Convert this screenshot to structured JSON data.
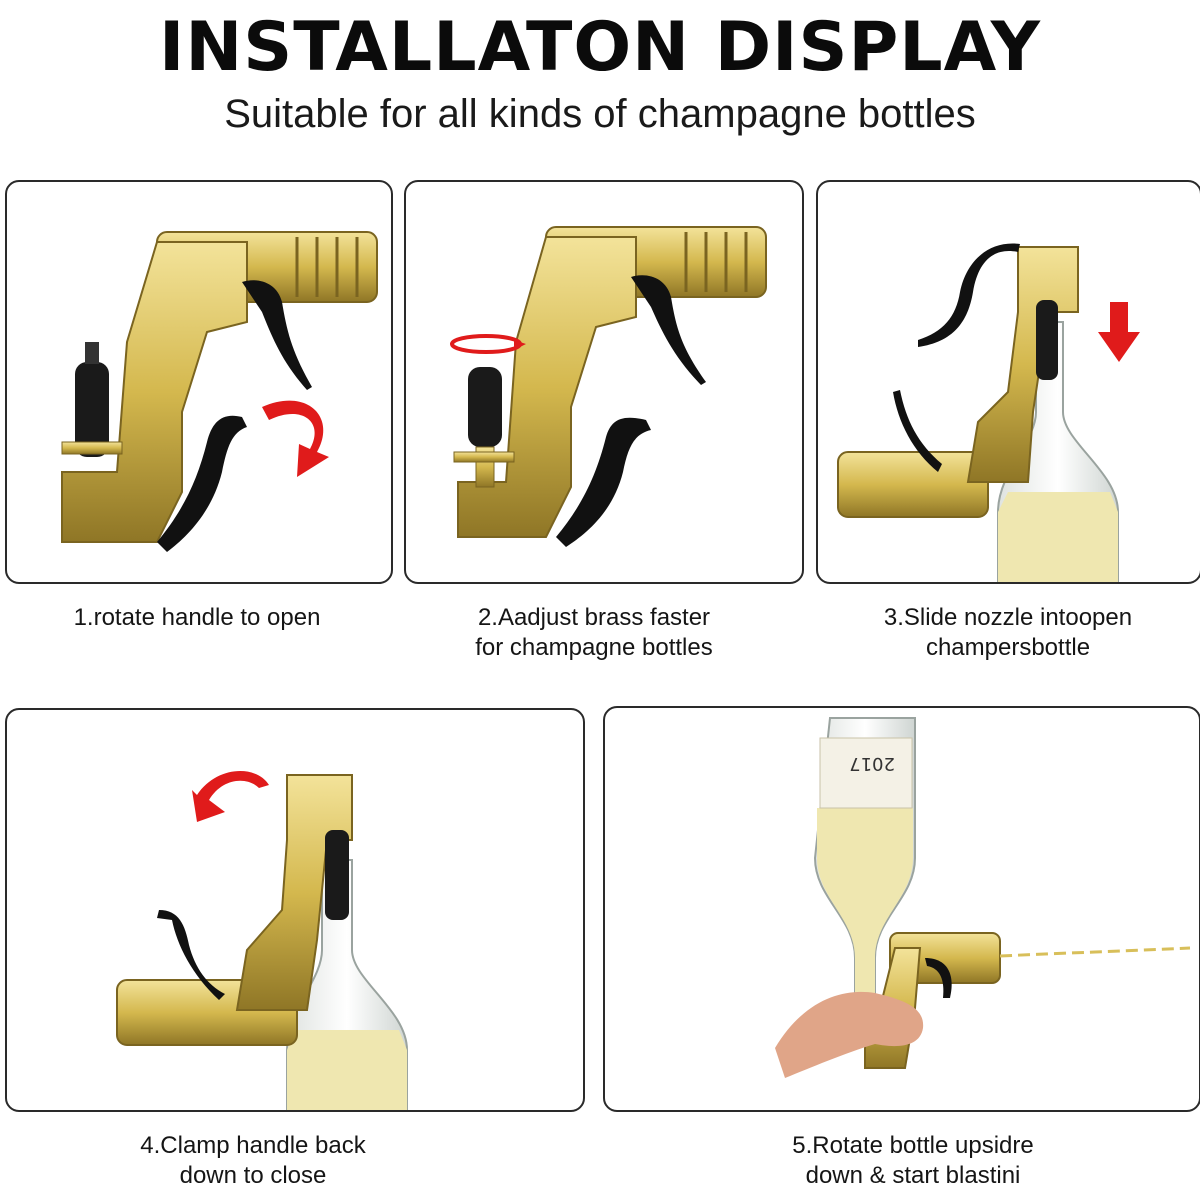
{
  "header": {
    "title": "INSTALLATON DISPLAY",
    "subtitle": "Suitable for all kinds of champagne bottles"
  },
  "steps": [
    {
      "line1": "1.rotate handle to open",
      "line2": ""
    },
    {
      "line1": "2.Aadjust brass faster",
      "line2": "for champagne bottles"
    },
    {
      "line1": "3.Slide nozzle intoopen",
      "line2": "champersbottle"
    },
    {
      "line1": "4.Clamp handle back",
      "line2": "down to close"
    },
    {
      "line1": "5.Rotate bottle upsidre",
      "line2": "down & start blastini"
    }
  ],
  "bottle_label": "2017",
  "colors": {
    "gold": "#d8bf5a",
    "gold_dark": "#8a7424",
    "handle": "#111111",
    "arrow": "#e01b1b",
    "champagne": "#efe7b0"
  }
}
